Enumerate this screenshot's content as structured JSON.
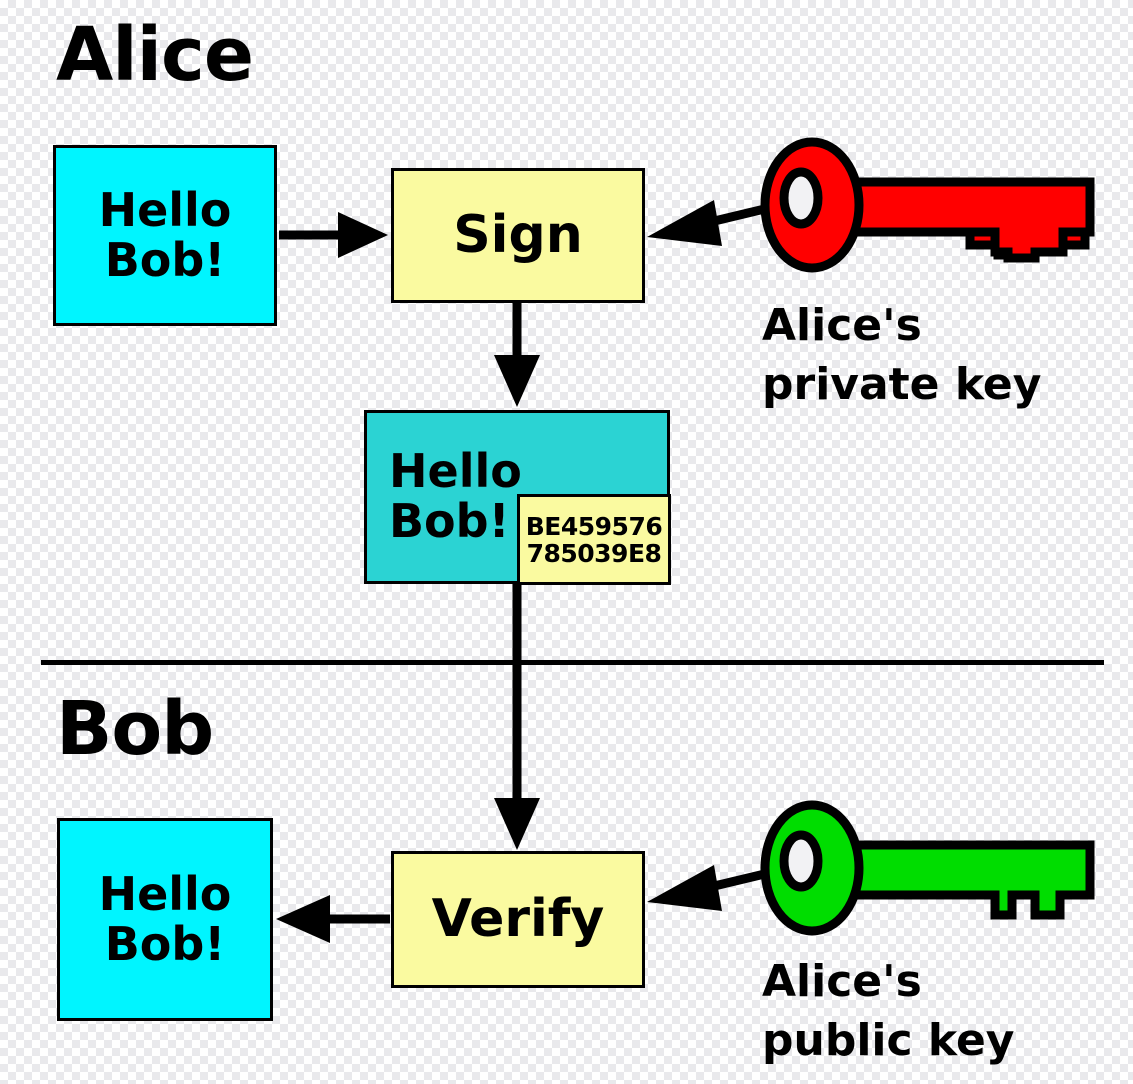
{
  "diagram": {
    "title_semantics": "digital-signature-sign-and-verify-flow",
    "colors": {
      "message_plain": "#00F5FF",
      "message_signed": "#2BD3D3",
      "process": "#FAFAA0",
      "signature": "#FAFAA0",
      "private_key": "#FF0000",
      "public_key": "#00DD00",
      "stroke": "#000000"
    }
  },
  "sections": {
    "alice": {
      "title": "Alice"
    },
    "bob": {
      "title": "Bob"
    }
  },
  "alice_row": {
    "plaintext": {
      "line1": "Hello",
      "line2": "Bob!"
    },
    "process": {
      "label": "Sign"
    },
    "key": {
      "label_line1": "Alice's",
      "label_line2": "private key",
      "icon": "key-icon",
      "color": "#FF0000"
    }
  },
  "signed_message": {
    "plaintext": {
      "line1": "Hello",
      "line2": "Bob!"
    },
    "signature": {
      "line1": "BE459576",
      "line2": "785039E8"
    }
  },
  "bob_row": {
    "process": {
      "label": "Verify"
    },
    "plaintext": {
      "line1": "Hello",
      "line2": "Bob!"
    },
    "key": {
      "label_line1": "Alice's",
      "label_line2": "public key",
      "icon": "key-icon",
      "color": "#00DD00"
    }
  },
  "arrows": [
    {
      "name": "plaintext-to-sign",
      "direction": "right"
    },
    {
      "name": "private-key-to-sign",
      "direction": "down-left"
    },
    {
      "name": "sign-to-signed-message",
      "direction": "down"
    },
    {
      "name": "signed-message-to-verify",
      "direction": "down"
    },
    {
      "name": "public-key-to-verify",
      "direction": "down-left"
    },
    {
      "name": "verify-to-plaintext",
      "direction": "left"
    }
  ]
}
